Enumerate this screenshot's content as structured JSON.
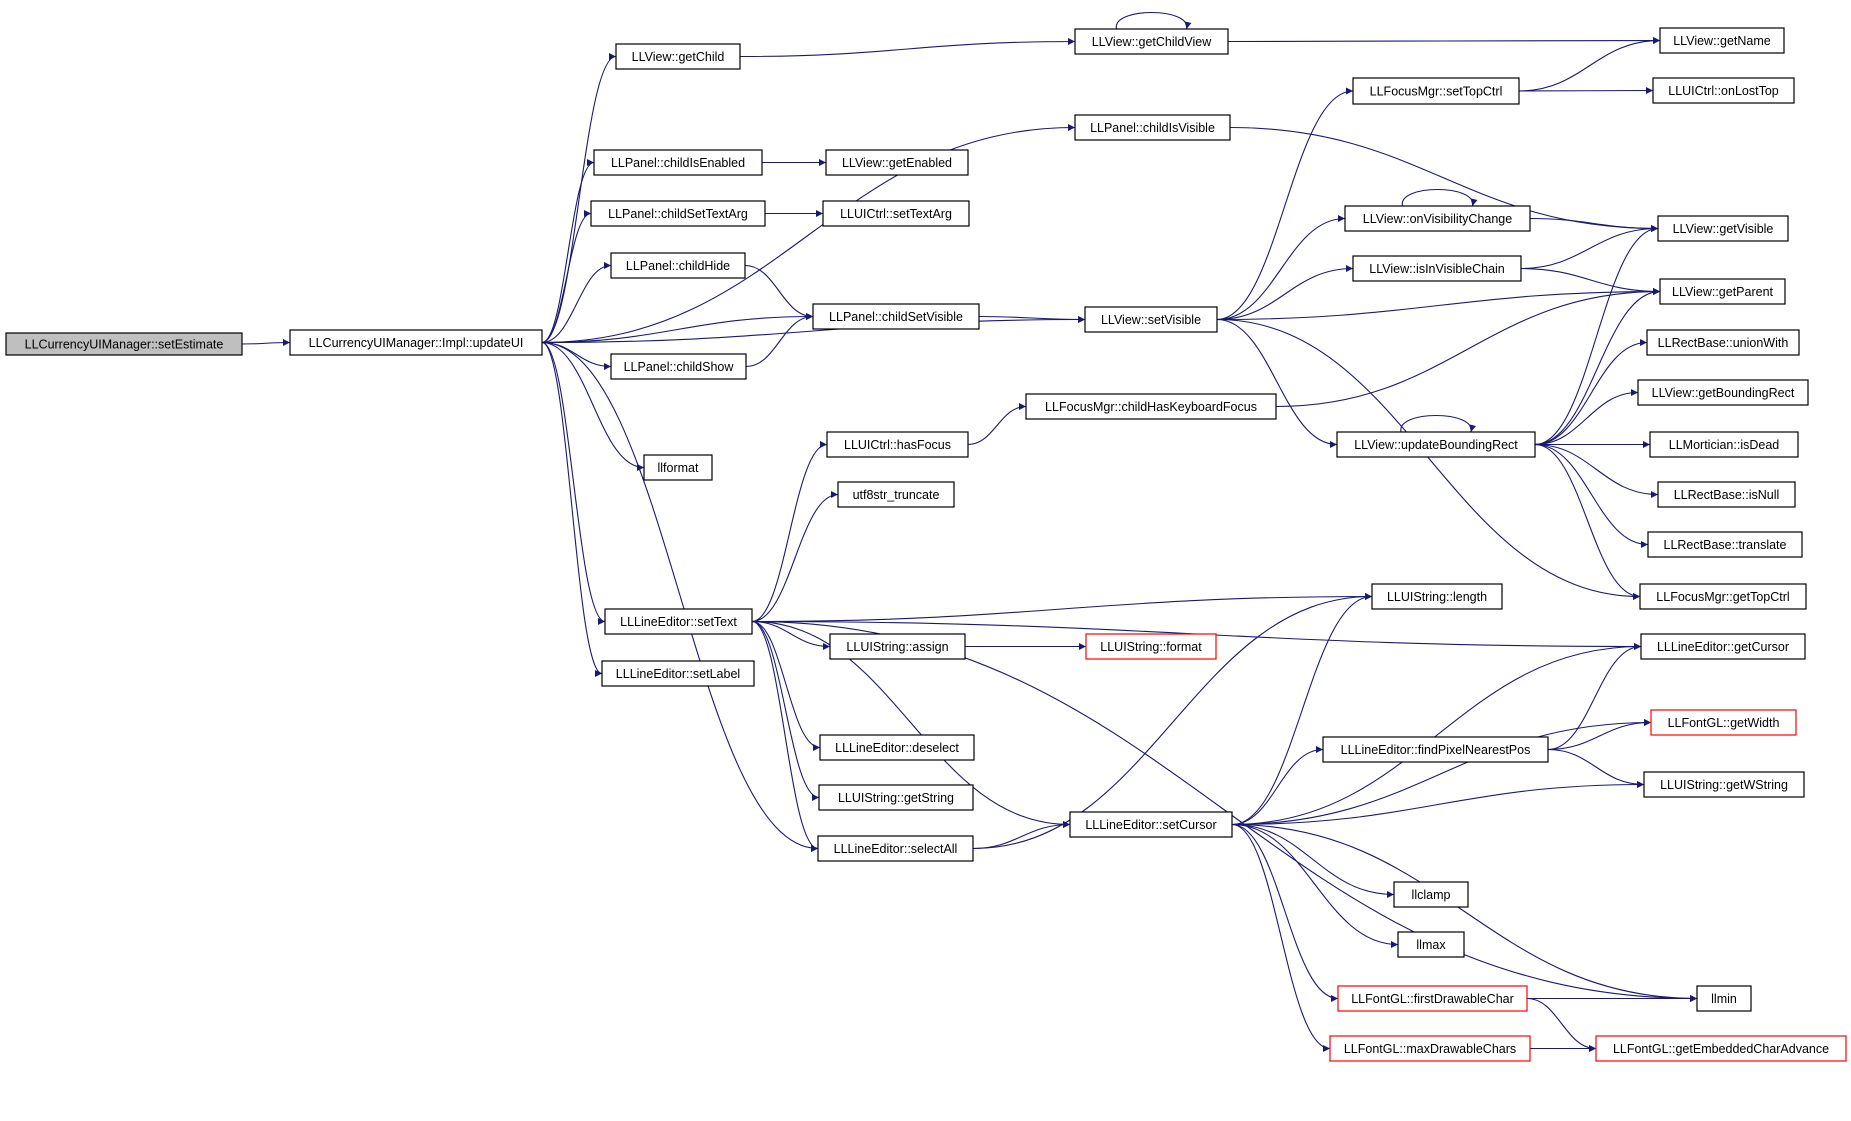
{
  "colors": {
    "edge": "#191970",
    "node_border": "#000000",
    "node_border_truncated": "#ff0000",
    "root_fill": "#bfbfbf",
    "node_fill": "#ffffff"
  },
  "nodes": [
    {
      "id": "n0",
      "label": "LLCurrencyUIManager::setEstimate",
      "root": true
    },
    {
      "id": "n1",
      "label": "LLCurrencyUIManager::Impl::updateUI"
    },
    {
      "id": "n2",
      "label": "LLView::getChild"
    },
    {
      "id": "n3",
      "label": "LLView::getChildView"
    },
    {
      "id": "n4",
      "label": "LLView::getName"
    },
    {
      "id": "n5",
      "label": "LLPanel::childIsVisible"
    },
    {
      "id": "n6",
      "label": "LLFocusMgr::setTopCtrl"
    },
    {
      "id": "n7",
      "label": "LLUICtrl::onLostTop"
    },
    {
      "id": "n8",
      "label": "LLPanel::childIsEnabled"
    },
    {
      "id": "n9",
      "label": "LLView::getEnabled"
    },
    {
      "id": "n10",
      "label": "LLPanel::childSetTextArg"
    },
    {
      "id": "n11",
      "label": "LLUICtrl::setTextArg"
    },
    {
      "id": "n12",
      "label": "LLView::onVisibilityChange"
    },
    {
      "id": "n13",
      "label": "LLView::getVisible"
    },
    {
      "id": "n14",
      "label": "LLPanel::childHide"
    },
    {
      "id": "n15",
      "label": "LLView::isInVisibleChain"
    },
    {
      "id": "n16",
      "label": "LLPanel::childSetVisible"
    },
    {
      "id": "n17",
      "label": "LLView::setVisible"
    },
    {
      "id": "n18",
      "label": "LLView::getParent"
    },
    {
      "id": "n19",
      "label": "LLPanel::childShow"
    },
    {
      "id": "n20",
      "label": "LLRectBase::unionWith"
    },
    {
      "id": "n21",
      "label": "LLView::getBoundingRect"
    },
    {
      "id": "n22",
      "label": "LLFocusMgr::childHasKeyboardFocus"
    },
    {
      "id": "n23",
      "label": "LLView::updateBoundingRect"
    },
    {
      "id": "n24",
      "label": "LLMortician::isDead"
    },
    {
      "id": "n25",
      "label": "LLUICtrl::hasFocus"
    },
    {
      "id": "n26",
      "label": "llformat"
    },
    {
      "id": "n27",
      "label": "utf8str_truncate"
    },
    {
      "id": "n28",
      "label": "LLRectBase::isNull"
    },
    {
      "id": "n29",
      "label": "LLRectBase::translate"
    },
    {
      "id": "n30",
      "label": "LLUIString::length"
    },
    {
      "id": "n31",
      "label": "LLFocusMgr::getTopCtrl"
    },
    {
      "id": "n32",
      "label": "LLLineEditor::setText"
    },
    {
      "id": "n33",
      "label": "LLUIString::assign"
    },
    {
      "id": "n34",
      "label": "LLUIString::format",
      "truncated": true
    },
    {
      "id": "n35",
      "label": "LLLineEditor::getCursor"
    },
    {
      "id": "n36",
      "label": "LLLineEditor::setLabel"
    },
    {
      "id": "n37",
      "label": "LLFontGL::getWidth",
      "truncated": true
    },
    {
      "id": "n38",
      "label": "LLLineEditor::findPixelNearestPos"
    },
    {
      "id": "n39",
      "label": "LLLineEditor::deselect"
    },
    {
      "id": "n40",
      "label": "LLUIString::getWString"
    },
    {
      "id": "n41",
      "label": "LLUIString::getString"
    },
    {
      "id": "n42",
      "label": "LLLineEditor::setCursor"
    },
    {
      "id": "n43",
      "label": "LLLineEditor::selectAll"
    },
    {
      "id": "n44",
      "label": "llclamp"
    },
    {
      "id": "n45",
      "label": "llmax"
    },
    {
      "id": "n46",
      "label": "LLFontGL::firstDrawableChar",
      "truncated": true
    },
    {
      "id": "n47",
      "label": "llmin"
    },
    {
      "id": "n48",
      "label": "LLFontGL::maxDrawableChars",
      "truncated": true
    },
    {
      "id": "n49",
      "label": "LLFontGL::getEmbeddedCharAdvance",
      "truncated": true
    }
  ],
  "edges": [
    [
      "n0",
      "n1"
    ],
    [
      "n1",
      "n2"
    ],
    [
      "n1",
      "n5"
    ],
    [
      "n1",
      "n8"
    ],
    [
      "n1",
      "n10"
    ],
    [
      "n1",
      "n14"
    ],
    [
      "n1",
      "n16"
    ],
    [
      "n1",
      "n19"
    ],
    [
      "n1",
      "n17"
    ],
    [
      "n1",
      "n26"
    ],
    [
      "n1",
      "n32"
    ],
    [
      "n1",
      "n36"
    ],
    [
      "n1",
      "n43"
    ],
    [
      "n2",
      "n3"
    ],
    [
      "n3",
      "n3"
    ],
    [
      "n3",
      "n4"
    ],
    [
      "n5",
      "n13"
    ],
    [
      "n6",
      "n4"
    ],
    [
      "n6",
      "n7"
    ],
    [
      "n8",
      "n9"
    ],
    [
      "n10",
      "n11"
    ],
    [
      "n14",
      "n16"
    ],
    [
      "n19",
      "n16"
    ],
    [
      "n16",
      "n17"
    ],
    [
      "n17",
      "n6"
    ],
    [
      "n17",
      "n12"
    ],
    [
      "n17",
      "n15"
    ],
    [
      "n17",
      "n18"
    ],
    [
      "n17",
      "n23"
    ],
    [
      "n17",
      "n31"
    ],
    [
      "n12",
      "n12"
    ],
    [
      "n12",
      "n13"
    ],
    [
      "n15",
      "n13"
    ],
    [
      "n15",
      "n18"
    ],
    [
      "n22",
      "n18"
    ],
    [
      "n23",
      "n23"
    ],
    [
      "n23",
      "n13"
    ],
    [
      "n23",
      "n18"
    ],
    [
      "n23",
      "n20"
    ],
    [
      "n23",
      "n21"
    ],
    [
      "n23",
      "n24"
    ],
    [
      "n23",
      "n28"
    ],
    [
      "n23",
      "n29"
    ],
    [
      "n23",
      "n31"
    ],
    [
      "n25",
      "n22"
    ],
    [
      "n32",
      "n25"
    ],
    [
      "n32",
      "n27"
    ],
    [
      "n32",
      "n30"
    ],
    [
      "n32",
      "n33"
    ],
    [
      "n32",
      "n35"
    ],
    [
      "n32",
      "n39"
    ],
    [
      "n32",
      "n41"
    ],
    [
      "n32",
      "n42"
    ],
    [
      "n32",
      "n43"
    ],
    [
      "n32",
      "n47"
    ],
    [
      "n33",
      "n34"
    ],
    [
      "n38",
      "n35"
    ],
    [
      "n38",
      "n37"
    ],
    [
      "n38",
      "n40"
    ],
    [
      "n43",
      "n30"
    ],
    [
      "n43",
      "n42"
    ],
    [
      "n42",
      "n30"
    ],
    [
      "n42",
      "n35"
    ],
    [
      "n42",
      "n37"
    ],
    [
      "n42",
      "n38"
    ],
    [
      "n42",
      "n40"
    ],
    [
      "n42",
      "n44"
    ],
    [
      "n42",
      "n45"
    ],
    [
      "n42",
      "n46"
    ],
    [
      "n42",
      "n47"
    ],
    [
      "n42",
      "n48"
    ],
    [
      "n46",
      "n47"
    ],
    [
      "n46",
      "n49"
    ],
    [
      "n48",
      "n49"
    ]
  ]
}
